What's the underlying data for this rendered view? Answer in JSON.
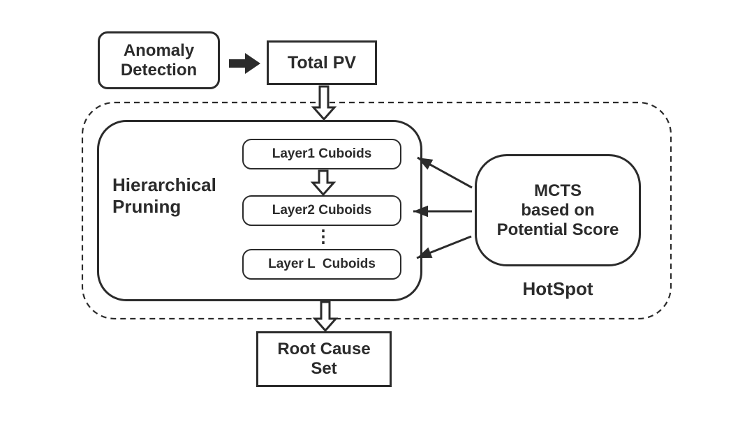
{
  "colors": {
    "ink": "#2b2b2b",
    "bg": "#ffffff"
  },
  "nodes": {
    "anomaly_detection": {
      "line1": "Anomaly",
      "line2": "Detection"
    },
    "total_pv": {
      "label": "Total PV"
    },
    "hierarchical_pruning": {
      "line1": "Hierarchical",
      "line2": "Pruning"
    },
    "layers": [
      {
        "label": "Layer1 Cuboids"
      },
      {
        "label": "Layer2 Cuboids"
      },
      {
        "label": "Layer L  Cuboids"
      }
    ],
    "ellipsis": "⋮",
    "mcts": {
      "line1": "MCTS",
      "line2": "based on",
      "line3": "Potential Score"
    },
    "hotspot_label": "HotSpot",
    "root_cause_set": {
      "line1": "Root Cause",
      "line2": "Set"
    }
  },
  "edges": [
    {
      "from": "anomaly-detection",
      "to": "total-pv",
      "style": "filled-right-arrow"
    },
    {
      "from": "total-pv",
      "to": "hierarchical-pruning",
      "style": "hollow-down-arrow"
    },
    {
      "from": "layer1-cuboids",
      "to": "layer2-cuboids",
      "style": "hollow-down-arrow"
    },
    {
      "from": "mcts",
      "to": "layer1-cuboids",
      "style": "thin-arrow"
    },
    {
      "from": "mcts",
      "to": "layer2-cuboids",
      "style": "thin-arrow"
    },
    {
      "from": "mcts",
      "to": "layer-l-cuboids",
      "style": "thin-arrow"
    },
    {
      "from": "hierarchical-pruning",
      "to": "root-cause-set",
      "style": "hollow-down-arrow"
    }
  ]
}
